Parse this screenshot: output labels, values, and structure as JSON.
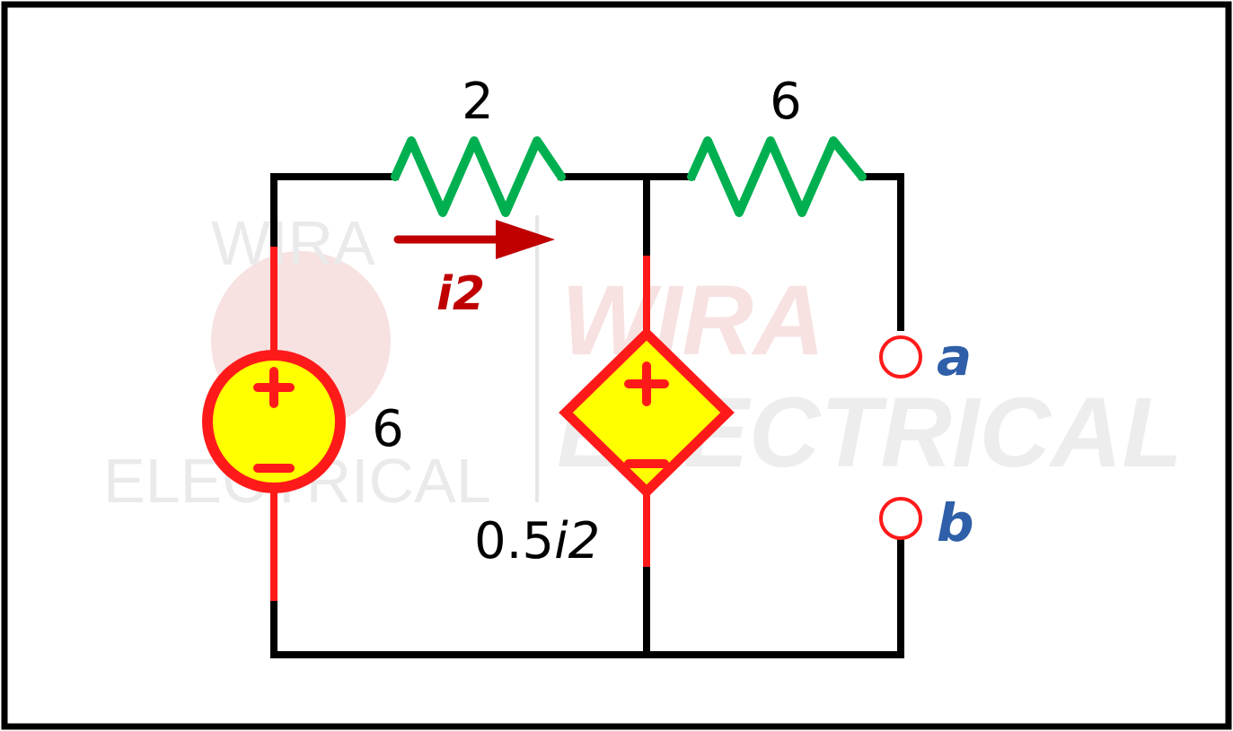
{
  "watermark": {
    "left_top": "WIRA",
    "left_bottom": "ELECTRICAL",
    "right_top": "WIRA",
    "right_bottom": "ELECTRICAL"
  },
  "components": {
    "resistor_left": {
      "label": "2"
    },
    "resistor_right": {
      "label": "6"
    },
    "voltage_source": {
      "label": "6",
      "plus": "+",
      "minus": "−"
    },
    "dependent_source": {
      "label_prefix": "0.5",
      "label_var": "i",
      "label_sub": "2",
      "plus": "+",
      "minus": "−"
    }
  },
  "current": {
    "var": "i",
    "sub": "2"
  },
  "terminals": {
    "a": "a",
    "b": "b"
  },
  "colors": {
    "wire": "#000000",
    "resistor": "#00b050",
    "source_lead": "#ff1a1a",
    "source_fill": "#ffff00",
    "arrow": "#c00000",
    "terminal_label": "#2e5fa8",
    "watermark_light": "#e8e8e8",
    "watermark_red": "#f7dede"
  }
}
